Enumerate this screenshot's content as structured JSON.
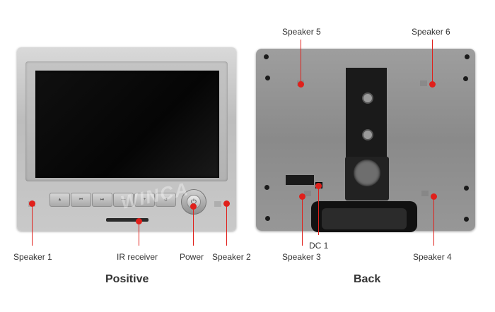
{
  "front": {
    "speaker1_label": "Speaker 1",
    "ir_label": "IR receiver",
    "power_label": "Power",
    "speaker2_label": "Speaker 2",
    "caption": "Positive",
    "buttons": [
      "▲",
      "⏮",
      "⏭",
      "—",
      "+",
      "↺"
    ]
  },
  "back": {
    "speaker5_label": "Speaker 5",
    "speaker6_label": "Speaker 6",
    "dc1_label": "DC 1",
    "speaker3_label": "Speaker 3",
    "speaker4_label": "Speaker 4",
    "caption": "Back"
  },
  "watermark": "WINCA",
  "colors": {
    "callout": "#e0201b"
  }
}
